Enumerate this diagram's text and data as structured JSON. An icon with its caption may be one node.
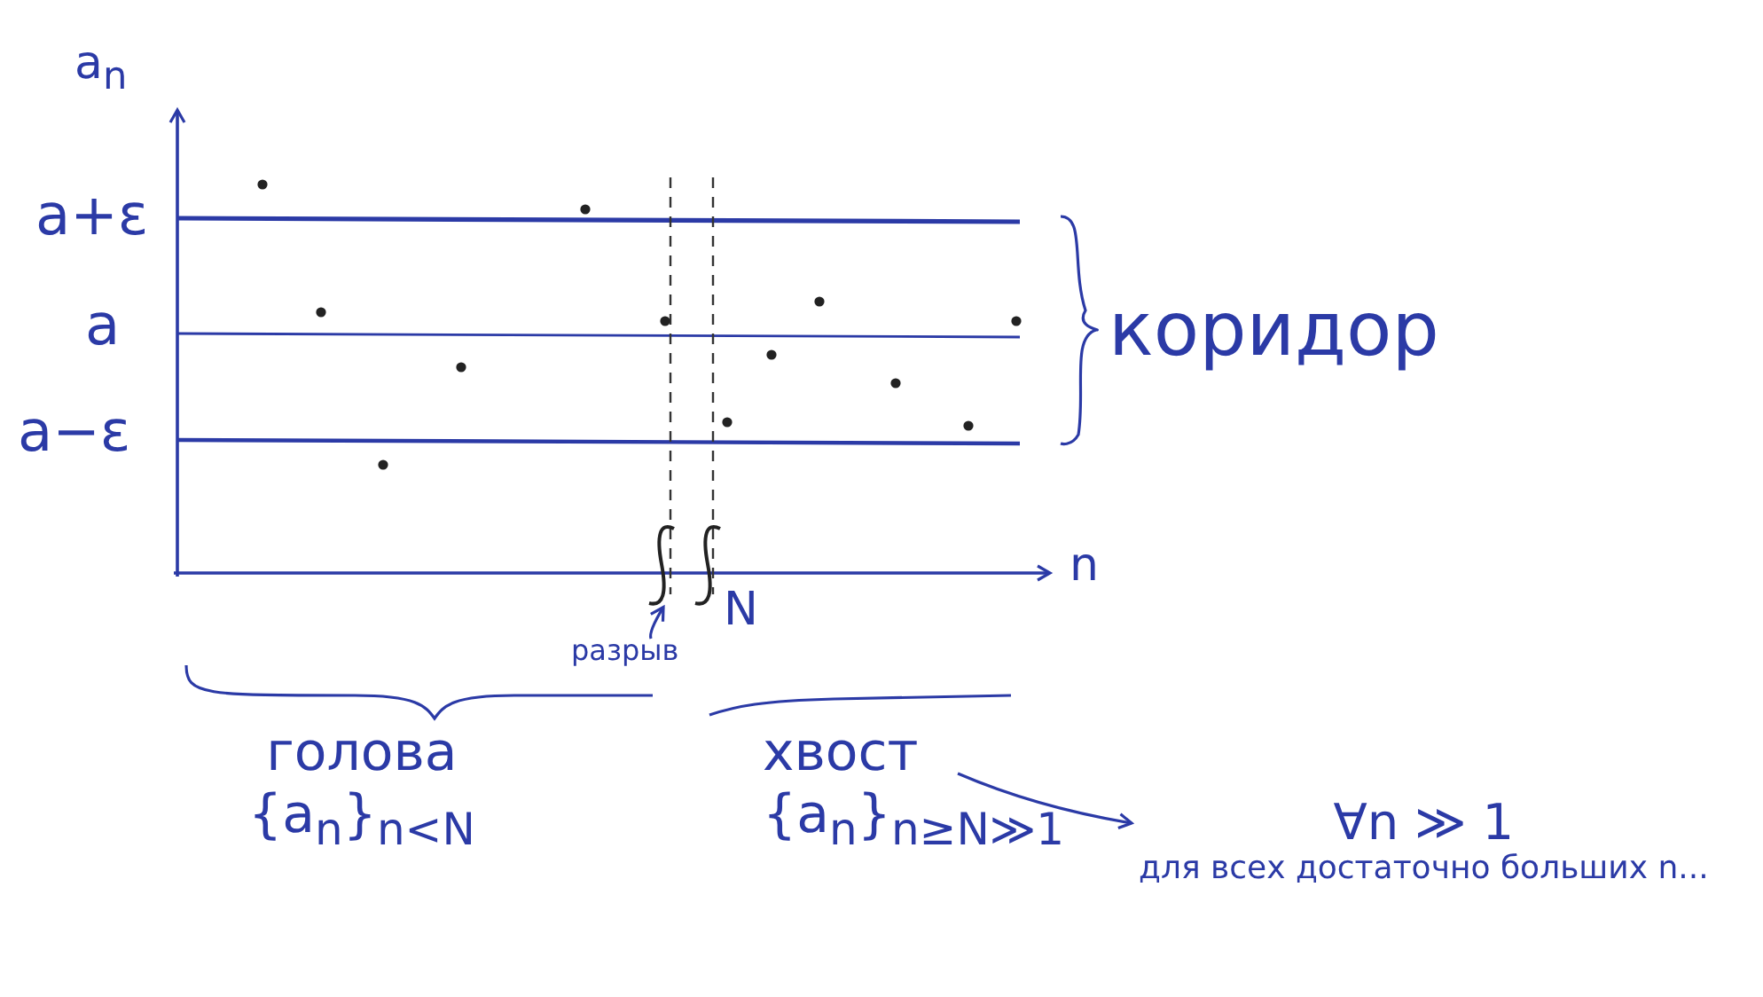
{
  "diagram": {
    "nodes": [
      {
        "text": [
          "голова",
          "{a$_{n}$}$_{n<N}$"
        ]
      },
      {
        "text": [
          "хвост",
          "{a$_{n}$}$_{n≥N≫1}$"
        ]
      },
      {
        "text": [
          "∀n ≫ 1",
          "для всех достаточно больших n..."
        ]
      },
      {
        "text": [
          "разрыв"
        ]
      },
      {
        "text": [],
        "shape": "picture"
      }
    ],
    "edges": [
      {
        "from": 1,
        "to": 2,
        "arrow": "to"
      },
      {
        "from": 3,
        "to": 4,
        "arrow": "to"
      }
    ],
    "labels": [
      "a$_{n}$",
      "a+ε",
      "a",
      "a−ε",
      "коридор",
      "n",
      "N"
    ]
  }
}
